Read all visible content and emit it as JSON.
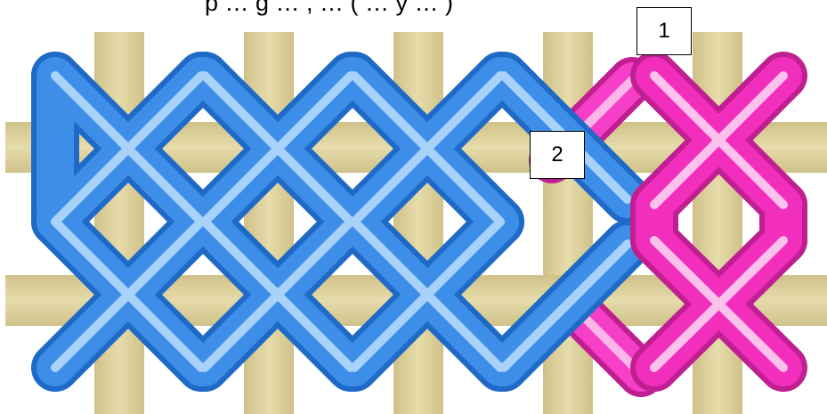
{
  "caption": "p  …  g  …  , …  (  …  y  …  )",
  "labels": {
    "label1": "1",
    "label2": "2"
  },
  "colors": {
    "fabric_threads": "#d8cc94",
    "stitch_blue": "#3d8ee8",
    "stitch_pink": "#f22fbd"
  }
}
